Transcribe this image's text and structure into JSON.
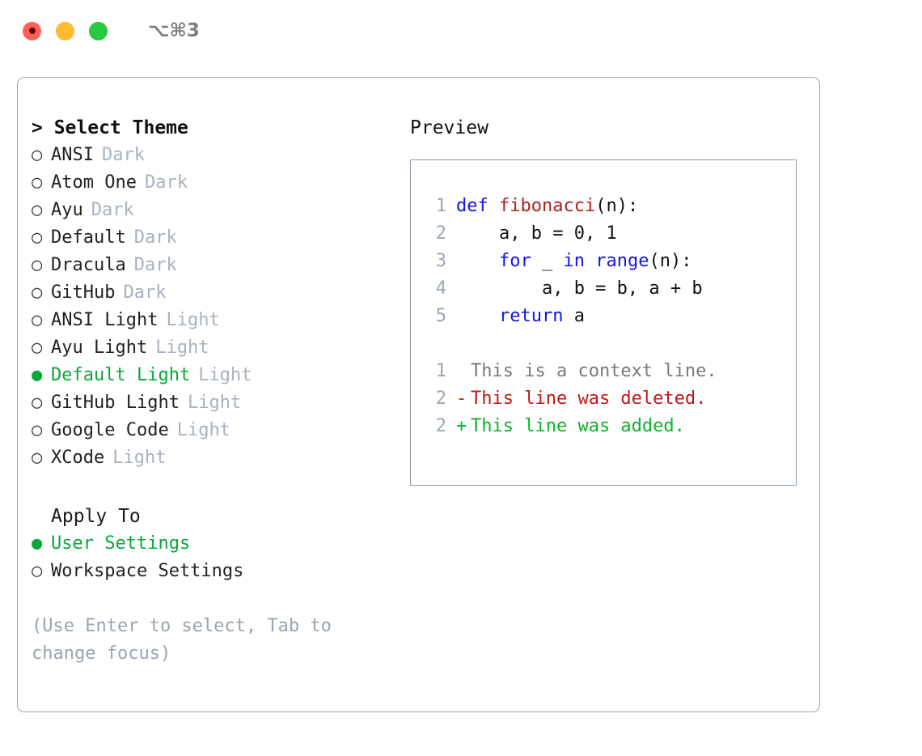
{
  "titlebar": {
    "shortcut": "⌥⌘3",
    "buttons": [
      {
        "name": "close",
        "color": "#ff5f57"
      },
      {
        "name": "minimize",
        "color": "#febc2e"
      },
      {
        "name": "maximize",
        "color": "#28c840"
      }
    ]
  },
  "theme_picker": {
    "header": "> Select Theme",
    "selected_marker": "●",
    "unselected_marker": "○",
    "accent_color": "#08a83a",
    "items": [
      {
        "marker": "○",
        "label": "ANSI",
        "kind": "Dark",
        "selected": false
      },
      {
        "marker": "○",
        "label": "Atom One",
        "kind": "Dark",
        "selected": false
      },
      {
        "marker": "○",
        "label": "Ayu",
        "kind": "Dark",
        "selected": false
      },
      {
        "marker": "○",
        "label": "Default",
        "kind": "Dark",
        "selected": false
      },
      {
        "marker": "○",
        "label": "Dracula",
        "kind": "Dark",
        "selected": false
      },
      {
        "marker": "○",
        "label": "GitHub",
        "kind": "Dark",
        "selected": false
      },
      {
        "marker": "○",
        "label": "ANSI Light",
        "kind": "Light",
        "selected": false
      },
      {
        "marker": "○",
        "label": "Ayu Light",
        "kind": "Light",
        "selected": false
      },
      {
        "marker": "●",
        "label": "Default Light",
        "kind": "Light",
        "selected": true
      },
      {
        "marker": "○",
        "label": "GitHub Light",
        "kind": "Light",
        "selected": false
      },
      {
        "marker": "○",
        "label": "Google Code",
        "kind": "Light",
        "selected": false
      },
      {
        "marker": "○",
        "label": "XCode",
        "kind": "Light",
        "selected": false
      }
    ]
  },
  "apply_to": {
    "header": "Apply To",
    "items": [
      {
        "marker": "●",
        "label": "User Settings",
        "selected": true
      },
      {
        "marker": "○",
        "label": "Workspace Settings",
        "selected": false
      }
    ]
  },
  "hint": "(Use Enter to select, Tab to change focus)",
  "preview": {
    "header": "Preview",
    "code_lines": [
      {
        "no": "1",
        "tokens": [
          {
            "t": "def ",
            "c": "kw"
          },
          {
            "t": "fibonacci",
            "c": "fn"
          },
          {
            "t": "(n):",
            "c": "plain"
          }
        ]
      },
      {
        "no": "2",
        "tokens": [
          {
            "t": "    a, b = 0, 1",
            "c": "plain"
          }
        ]
      },
      {
        "no": "3",
        "tokens": [
          {
            "t": "    ",
            "c": "plain"
          },
          {
            "t": "for",
            "c": "kw"
          },
          {
            "t": " _ ",
            "c": "plain"
          },
          {
            "t": "in",
            "c": "kw"
          },
          {
            "t": " ",
            "c": "plain"
          },
          {
            "t": "range",
            "c": "kw"
          },
          {
            "t": "(n):",
            "c": "plain"
          }
        ]
      },
      {
        "no": "4",
        "tokens": [
          {
            "t": "        a, b = b, a + b",
            "c": "plain"
          }
        ]
      },
      {
        "no": "5",
        "tokens": [
          {
            "t": "    ",
            "c": "plain"
          },
          {
            "t": "return",
            "c": "kw"
          },
          {
            "t": " a",
            "c": "plain"
          }
        ]
      }
    ],
    "diff_lines": [
      {
        "no": "1",
        "mark": " ",
        "text": "This is a context line.",
        "kind": "ctx"
      },
      {
        "no": "2",
        "mark": "-",
        "text": "This line was deleted.",
        "kind": "del"
      },
      {
        "no": "2",
        "mark": "+",
        "text": "This line was added.",
        "kind": "add"
      }
    ]
  }
}
